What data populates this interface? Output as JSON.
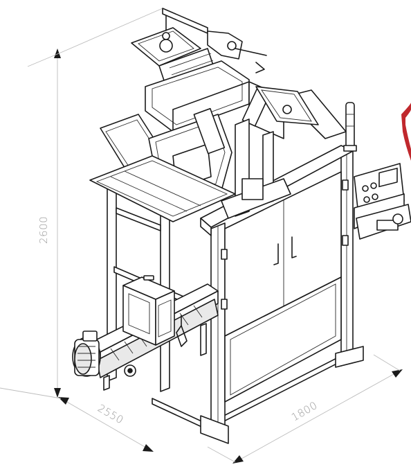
{
  "dimensions": {
    "height_label": "2600",
    "depth_label": "2550",
    "width_label": "1800"
  },
  "colors": {
    "line": "#1a1a1a",
    "dimension_line": "#bdbdbd",
    "dimension_text": "#9a9a9a",
    "accent_mark": "#c0282d"
  }
}
